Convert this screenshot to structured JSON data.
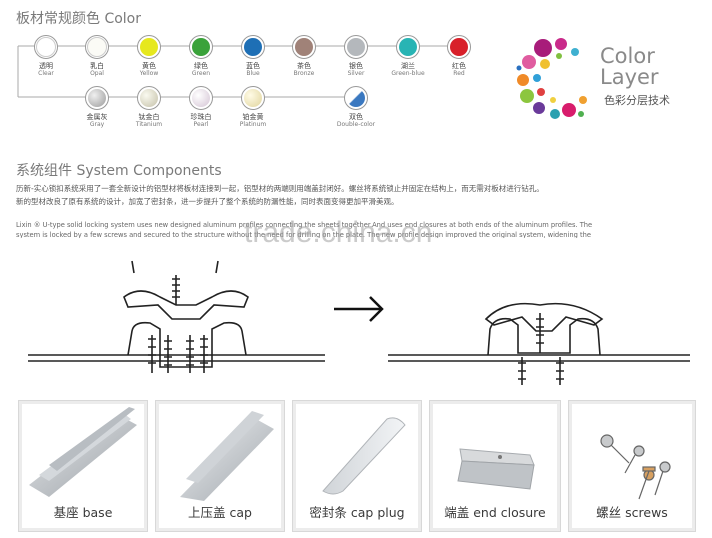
{
  "color_section": {
    "title": "板材常规颜色 Color",
    "swatches": [
      {
        "cn": "透明",
        "en": "Clear",
        "color": "#ffffff"
      },
      {
        "cn": "乳白",
        "en": "Opal",
        "color": "#fafaf6"
      },
      {
        "cn": "黄色",
        "en": "Yellow",
        "color": "#e6e81e"
      },
      {
        "cn": "绿色",
        "en": "Green",
        "color": "#3aa23a"
      },
      {
        "cn": "蓝色",
        "en": "Blue",
        "color": "#1e6fb5"
      },
      {
        "cn": "茶色",
        "en": "Bronze",
        "color": "#a08278"
      },
      {
        "cn": "银色",
        "en": "Silver",
        "color": "#b4b8bc"
      },
      {
        "cn": "湖兰",
        "en": "Green-blue",
        "color": "#28b4b4"
      },
      {
        "cn": "红色",
        "en": "Red",
        "color": "#d8202a"
      },
      {
        "cn": "金属灰",
        "en": "Gray",
        "color": "#b9b9b9"
      },
      {
        "cn": "钛金白",
        "en": "Titanium",
        "color": "#d8d6c8"
      },
      {
        "cn": "珍珠白",
        "en": "Pearl",
        "color": "#e6dce6"
      },
      {
        "cn": "铂金黄",
        "en": "Platinum",
        "color": "#ece4c0"
      },
      {
        "cn": "双色",
        "en": "Double-color",
        "color": "#3a78c0"
      }
    ]
  },
  "color_layer_logo": {
    "line1": "Color",
    "line2": "Layer",
    "cn": "色彩分层技术"
  },
  "components_section": {
    "title": "系统组件 System Components",
    "desc_cn_1": "历新-实心锁扣系统采用了一套全新设计的铝型材将板材连接到一起，铝型材的两端则用端盖封闭好。螺丝将系统锁止并固定在结构上，而无需对板材进行钻孔。",
    "desc_cn_2": "新的型材改良了原有系统的设计，加宽了密封条，进一步提升了整个系统的防漏性能，同时表面变得更加平滑美观。",
    "desc_en_1": "Lixin ® U-type solid locking system uses new designed aluminum profiles connecting the sheets together.And uses end closures at both ends of the aluminum profiles. The",
    "desc_en_2": "system is locked by a few screws and secured to the structure without the need for drilling on the plate. The new profile design improved the original system, widening the"
  },
  "watermark": "trade.china.cn",
  "components": [
    {
      "label": "基座 base"
    },
    {
      "label": "上压盖 cap"
    },
    {
      "label": "密封条 cap plug"
    },
    {
      "label": "端盖 end closure"
    },
    {
      "label": "螺丝 screws"
    }
  ],
  "colors": {
    "title_gray": "#7a7a7a",
    "aluminum": "#c8ccd0",
    "card_border": "#d8d8d8"
  }
}
